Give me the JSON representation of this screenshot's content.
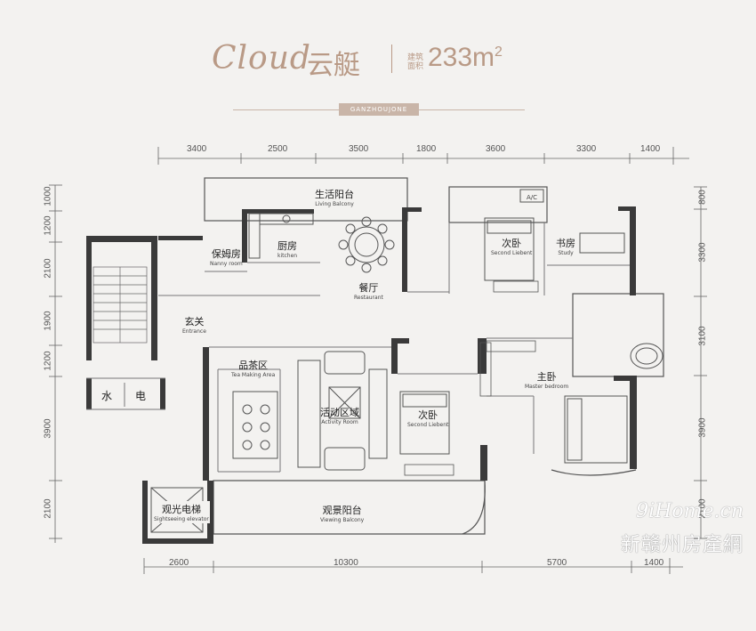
{
  "header": {
    "cloud": "Cloud",
    "name_cn": "云艇",
    "area_label": "建筑面积",
    "area_value": "233m",
    "area_sup": "2",
    "tag": "GANZHOUJONE"
  },
  "dims_top": [
    "3400",
    "2500",
    "3500",
    "1800",
    "3600",
    "3300",
    "1400"
  ],
  "dims_bottom": [
    "2600",
    "10300",
    "5700",
    "1400"
  ],
  "dims_left": [
    "1000",
    "1200",
    "2100",
    "1900",
    "1200",
    "3900",
    "2100"
  ],
  "dims_right": [
    "800",
    "3300",
    "3100",
    "3900",
    "2100"
  ],
  "rooms": {
    "living_balcony": {
      "cn": "生活阳台",
      "en": "Living Balcony"
    },
    "nanny": {
      "cn": "保姆房",
      "en": "Nanny room"
    },
    "kitchen": {
      "cn": "厨房",
      "en": "kitchen"
    },
    "restaurant": {
      "cn": "餐厅",
      "en": "Restaurant"
    },
    "second_bed_top": {
      "cn": "次卧",
      "en": "Second Liebent"
    },
    "study": {
      "cn": "书房",
      "en": "Study"
    },
    "entrance": {
      "cn": "玄关",
      "en": "Entrance"
    },
    "tea": {
      "cn": "品茶区",
      "en": "Tea Making Area"
    },
    "activity": {
      "cn": "活动区域",
      "en": "Activity Room"
    },
    "second_bed_mid": {
      "cn": "次卧",
      "en": "Second Liebent"
    },
    "master": {
      "cn": "主卧",
      "en": "Master bedroom"
    },
    "elevator": {
      "cn": "观光电梯",
      "en": "Sightseeing elevator"
    },
    "viewing": {
      "cn": "观景阳台",
      "en": "Viewing Balcony"
    }
  },
  "utility": {
    "water": "水",
    "power": "电"
  },
  "ac_label": "A/C",
  "watermark": {
    "line1": "9iHome.cn",
    "line2": "新赣州房產網"
  },
  "colors": {
    "title": "#b99a86",
    "wall": "#3a3a3a",
    "background": "#f3f2f0"
  }
}
